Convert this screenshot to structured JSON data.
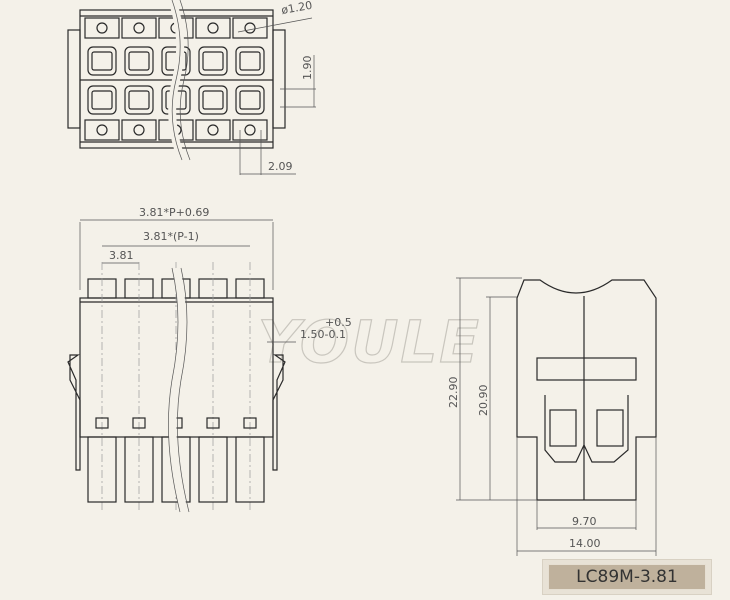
{
  "part_label": "LC89M-3.81",
  "watermark": "YOULE",
  "top_view": {
    "hole_diameter": "ø1.20",
    "dim_vertical": "1.90",
    "dim_horizontal": "2.09",
    "positions": 5
  },
  "front_view": {
    "overall_width": "3.81*P+0.69",
    "pitch_span": "3.81*(P-1)",
    "pitch": "3.81",
    "tol_upper": "+0.5",
    "tol_base": "1.50-0.1"
  },
  "side_view": {
    "height_total": "22.90",
    "height_body": "20.90",
    "width_inner": "9.70",
    "width_outer": "14.00"
  },
  "colors": {
    "background": "#f4f1e9",
    "line": "#2a2a2a",
    "label_fill": "#bfb19c"
  }
}
